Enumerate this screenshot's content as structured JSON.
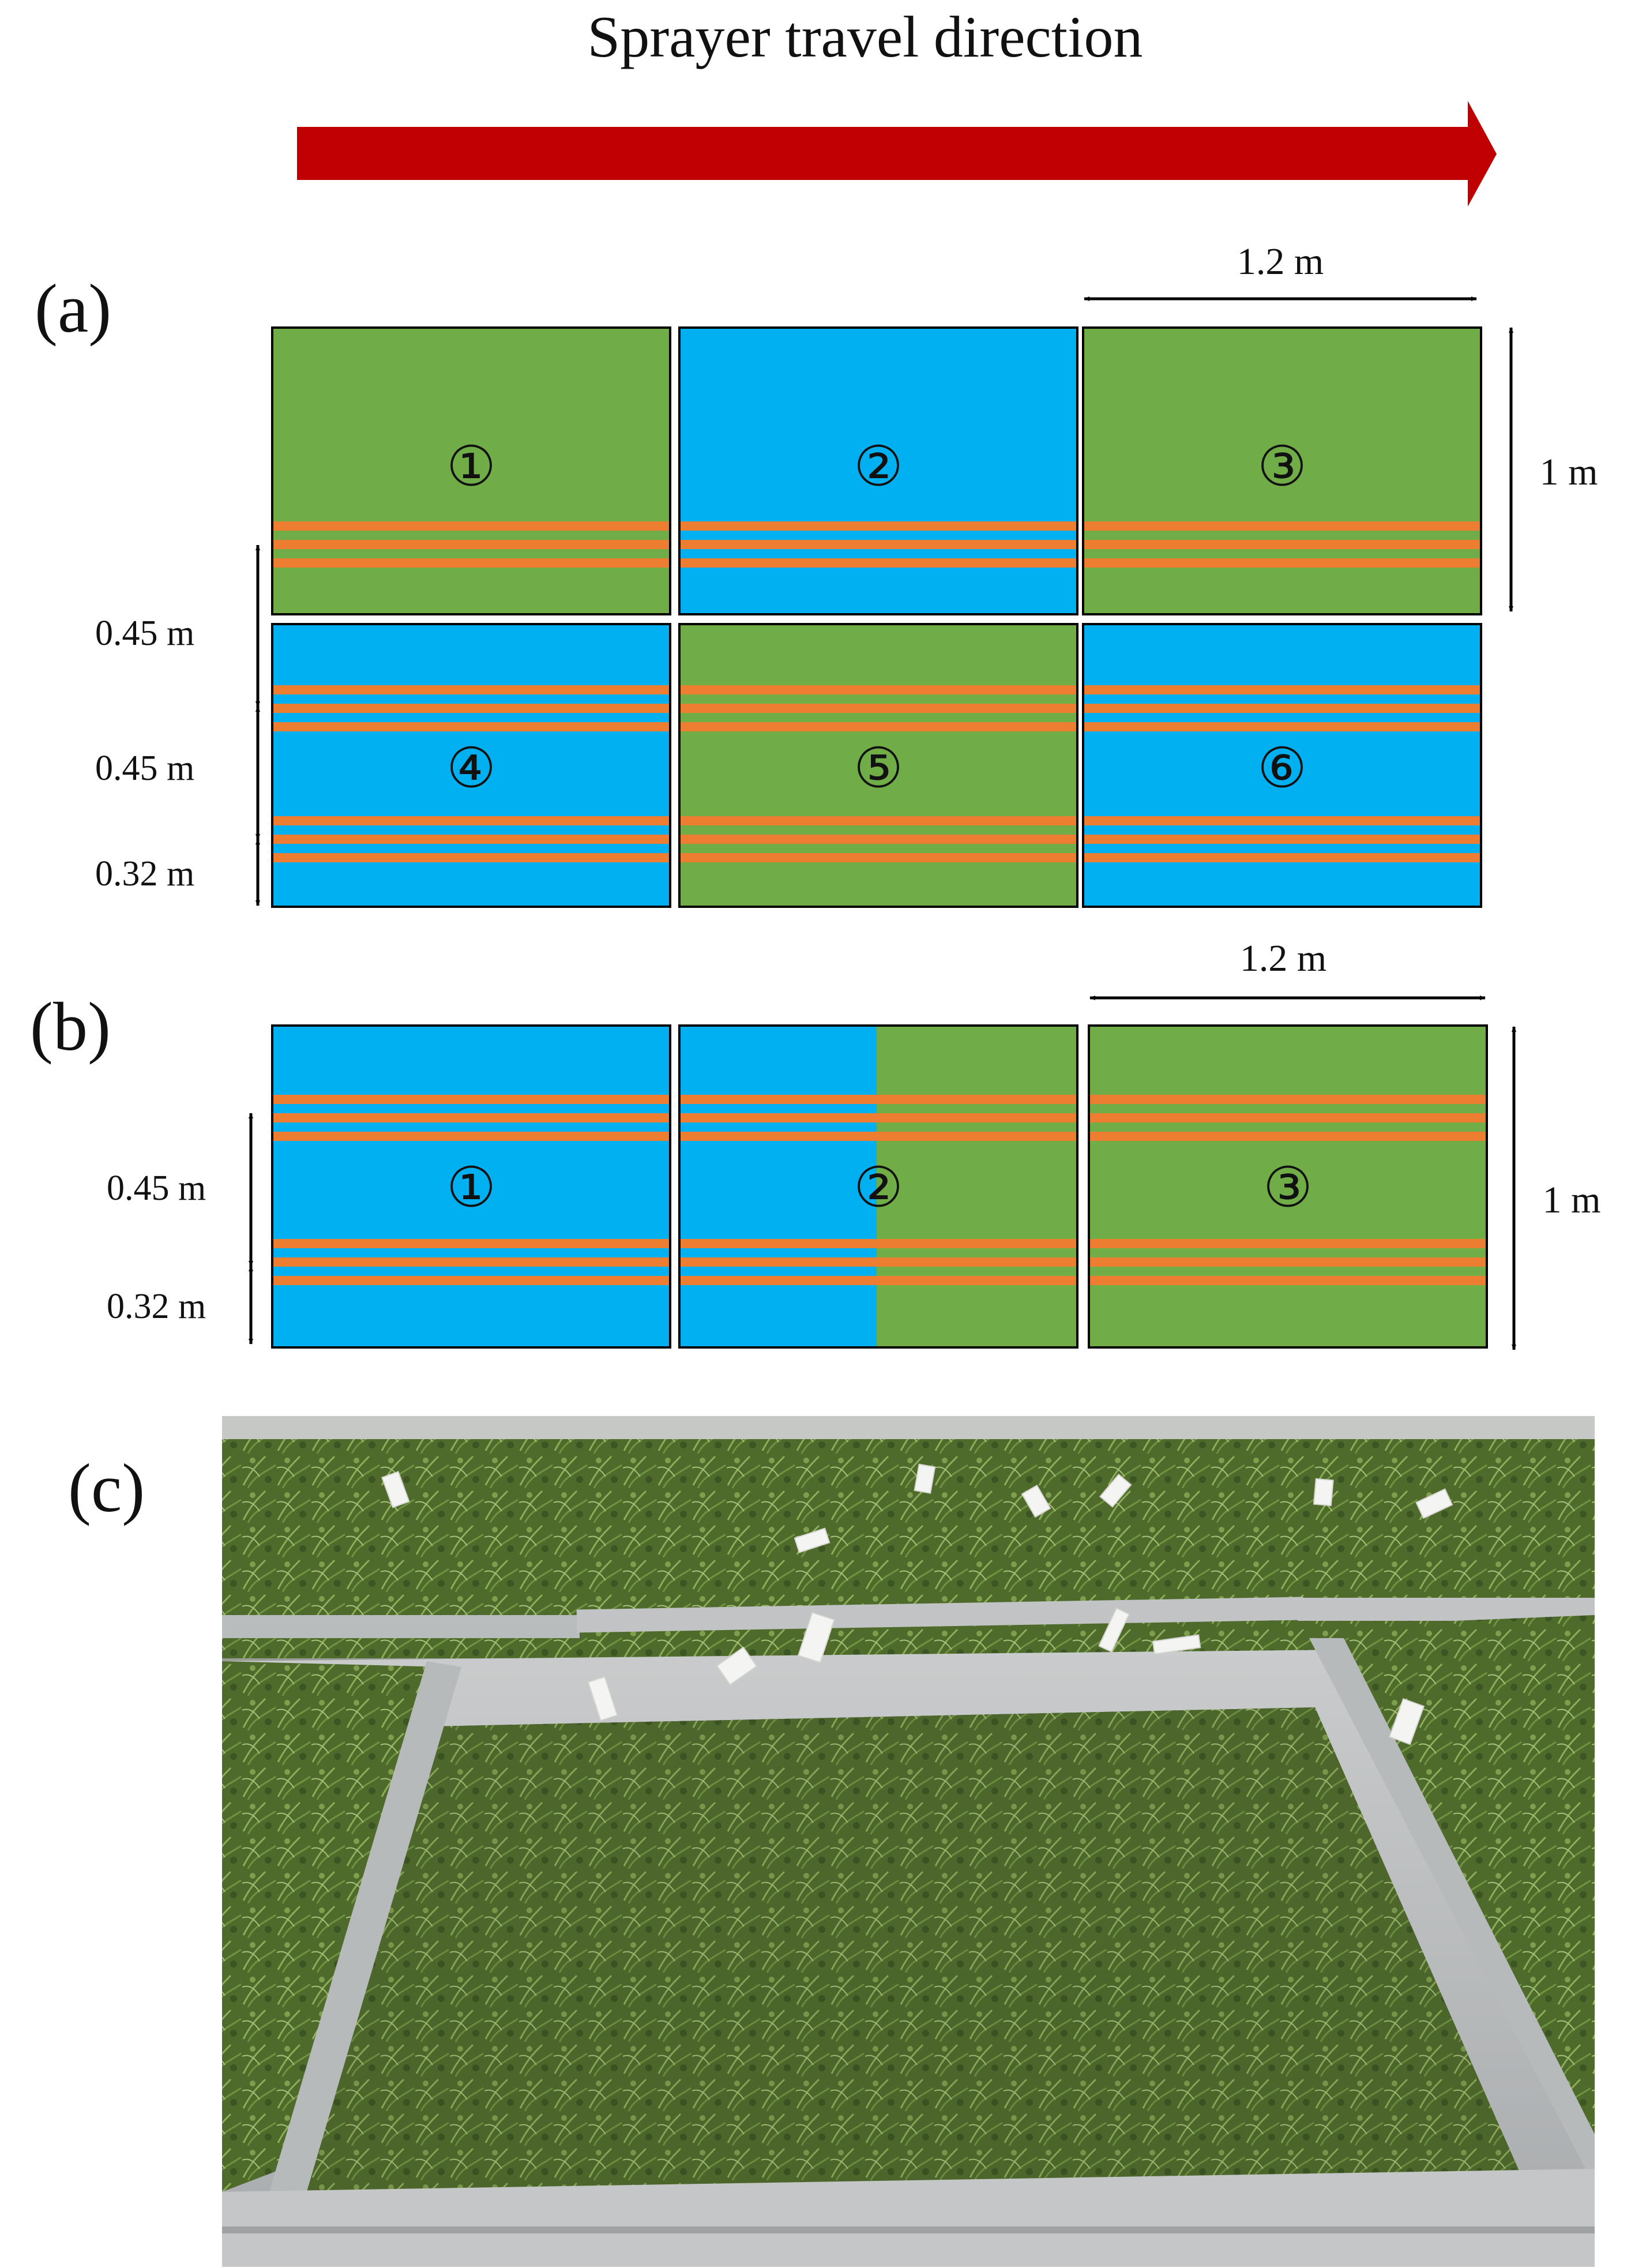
{
  "header": {
    "title": "Sprayer travel direction"
  },
  "colors": {
    "green": "#70ad47",
    "blue": "#00b0f0",
    "orange": "#ed7d31",
    "arrow": "#c00000",
    "line": "#000000"
  },
  "panel_a": {
    "label": "(a)",
    "dim_width": "1.2 m",
    "dim_height": "1 m",
    "row_labels": [
      "0.45 m",
      "0.45 m",
      "0.32 m"
    ],
    "boxes": [
      {
        "number": "①",
        "color": "green",
        "stripes": "bottom"
      },
      {
        "number": "②",
        "color": "blue",
        "stripes": "bottom"
      },
      {
        "number": "③",
        "color": "green",
        "stripes": "bottom"
      },
      {
        "number": "④",
        "color": "blue",
        "stripes": "top-and-bottom"
      },
      {
        "number": "⑤",
        "color": "green",
        "stripes": "top-and-bottom"
      },
      {
        "number": "⑥",
        "color": "blue",
        "stripes": "top-and-bottom"
      }
    ]
  },
  "panel_b": {
    "label": "(b)",
    "dim_width": "1.2 m",
    "dim_height": "1 m",
    "row_labels": [
      "0.45 m",
      "0.32 m"
    ],
    "boxes": [
      {
        "number": "①",
        "color": "blue"
      },
      {
        "number": "②",
        "color": "blue-left / green-right"
      },
      {
        "number": "③",
        "color": "green"
      }
    ]
  },
  "panel_c": {
    "label": "(c)",
    "photo_subject": "carrot plants in grey plastic crates with white labels"
  }
}
